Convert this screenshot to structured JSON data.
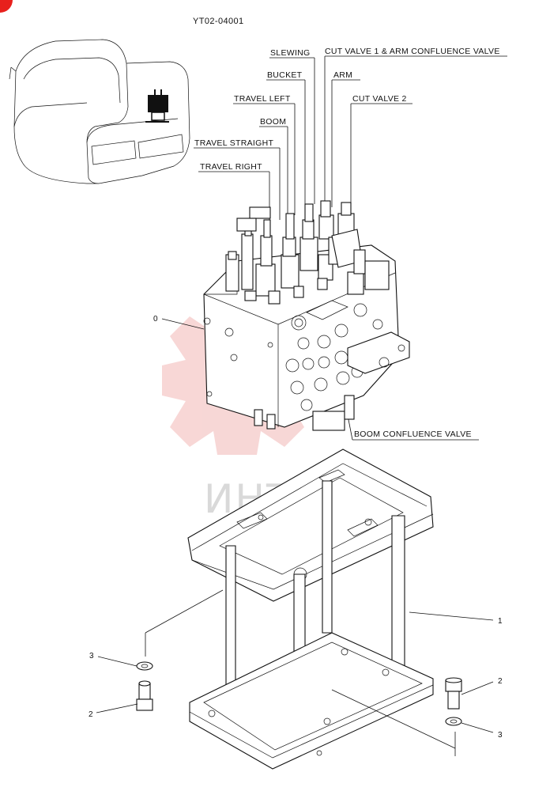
{
  "drawing_code": "YT02-04001",
  "watermark_text": "ИНТЕХ",
  "colors": {
    "accent": "#e8201c",
    "watermark": "#f2b7b5",
    "line": "#111111"
  },
  "icons": {
    "corner_mark": "red-corner-dot",
    "watermark_logo": "gear-logo"
  },
  "valve_labels": {
    "slewing": "SLEWING",
    "cut_valve_1": "CUT VALVE 1 & ARM CONFLUENCE VALVE",
    "bucket": "BUCKET",
    "arm": "ARM",
    "travel_left": "TRAVEL LEFT",
    "cut_valve_2": "CUT VALVE 2",
    "boom": "BOOM",
    "travel_straight": "TRAVEL STRAIGHT",
    "travel_right": "TRAVEL RIGHT",
    "boom_confluence": "BOOM CONFLUENCE VALVE"
  },
  "callouts": {
    "valve_assembly": "0",
    "bracket": "1",
    "bolt_left": "2",
    "washer_left": "3",
    "bolt_right": "2",
    "washer_right": "3"
  }
}
